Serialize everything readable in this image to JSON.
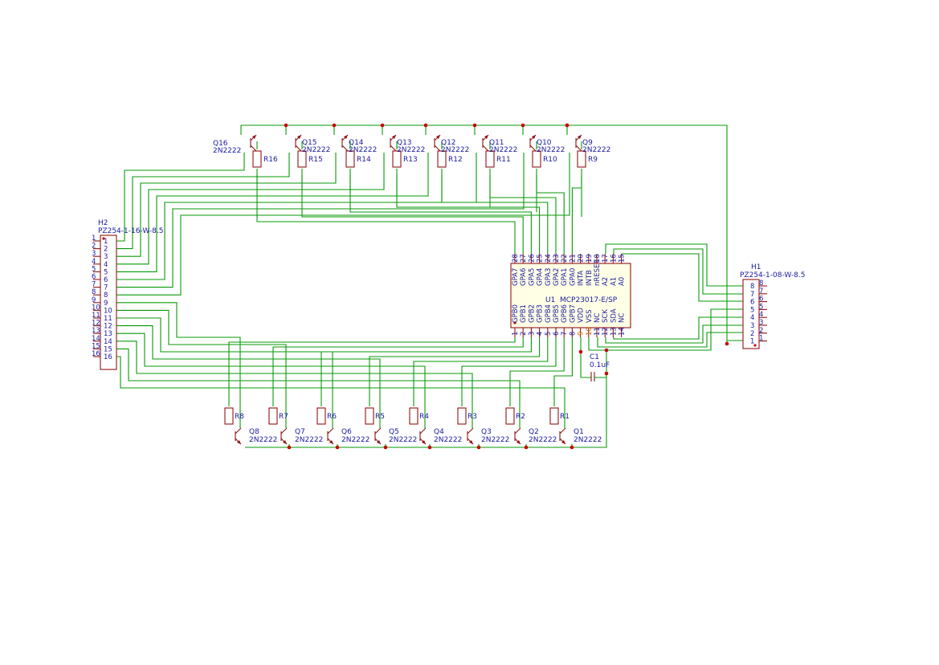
{
  "colors": {
    "wire": "#079a07",
    "component": "#8f1414",
    "text": "#1a1aa0",
    "junction": "#c80000",
    "ic_fill": "#ffffe6"
  },
  "u1": {
    "ref": "U1",
    "value": "MCP23017-E/SP",
    "top_pins": [
      "GPA7",
      "GPA6",
      "GPA5",
      "GPA4",
      "GPA3",
      "GPA2",
      "GPA1",
      "GPA0",
      "INTA",
      "INTB",
      "nRESET",
      "A2",
      "A1",
      "A0"
    ],
    "top_nums": [
      "28",
      "27",
      "26",
      "25",
      "24",
      "23",
      "22",
      "21",
      "20",
      "19",
      "18",
      "17",
      "16",
      "15"
    ],
    "bottom_pins": [
      "GPB0",
      "GPB1",
      "GPB2",
      "GPB3",
      "GPB4",
      "GPB5",
      "GPB6",
      "GPB7",
      "VDD",
      "VSS",
      "NC",
      "SCK",
      "SDA",
      "NC"
    ],
    "bottom_nums": [
      "1",
      "2",
      "3",
      "4",
      "5",
      "6",
      "7",
      "8",
      "9",
      "10",
      "11",
      "12",
      "13",
      "14"
    ]
  },
  "h2": {
    "ref": "H2",
    "value": "PZ254-1-16-W-8.5",
    "outer_nums": [
      "1",
      "2",
      "3",
      "4",
      "5",
      "6",
      "7",
      "8",
      "9",
      "10",
      "11",
      "12",
      "13",
      "14",
      "15",
      "16"
    ],
    "inner_nums": [
      "1",
      "2",
      "3",
      "4",
      "5",
      "6",
      "7",
      "8",
      "9",
      "10",
      "11",
      "12",
      "13",
      "14",
      "15",
      "16"
    ]
  },
  "h1": {
    "ref": "H1",
    "value": "PZ254-1-08-W-8.5",
    "outer_nums": [
      "8",
      "7",
      "6",
      "5",
      "4",
      "3",
      "2",
      "1"
    ],
    "inner_nums": [
      "8",
      "7",
      "6",
      "5",
      "4",
      "3",
      "2",
      "1"
    ]
  },
  "c1": {
    "ref": "C1",
    "value": "0.1uF"
  },
  "top_row": [
    {
      "q": "Q16",
      "r": "R16",
      "value": "2N2222"
    },
    {
      "q": "Q15",
      "r": "R15",
      "value": "2N2222"
    },
    {
      "q": "Q14",
      "r": "R14",
      "value": "2N2222"
    },
    {
      "q": "Q13",
      "r": "R13",
      "value": "2N2222"
    },
    {
      "q": "Q12",
      "r": "R12",
      "value": "2N2222"
    },
    {
      "q": "Q11",
      "r": "R11",
      "value": "2N2222"
    },
    {
      "q": "Q10",
      "r": "R10",
      "value": "2N2222"
    },
    {
      "q": "Q9",
      "r": "R9",
      "value": "2N2222"
    }
  ],
  "bottom_row": [
    {
      "q": "Q8",
      "r": "R8",
      "value": "2N2222"
    },
    {
      "q": "Q7",
      "r": "R7",
      "value": "2N2222"
    },
    {
      "q": "Q6",
      "r": "R6",
      "value": "2N2222"
    },
    {
      "q": "Q5",
      "r": "R5",
      "value": "2N2222"
    },
    {
      "q": "Q4",
      "r": "R4",
      "value": "2N2222"
    },
    {
      "q": "Q3",
      "r": "R3",
      "value": "2N2222"
    },
    {
      "q": "Q2",
      "r": "R2",
      "value": "2N2222"
    },
    {
      "q": "Q1",
      "r": "R1",
      "value": "2N2222"
    }
  ]
}
